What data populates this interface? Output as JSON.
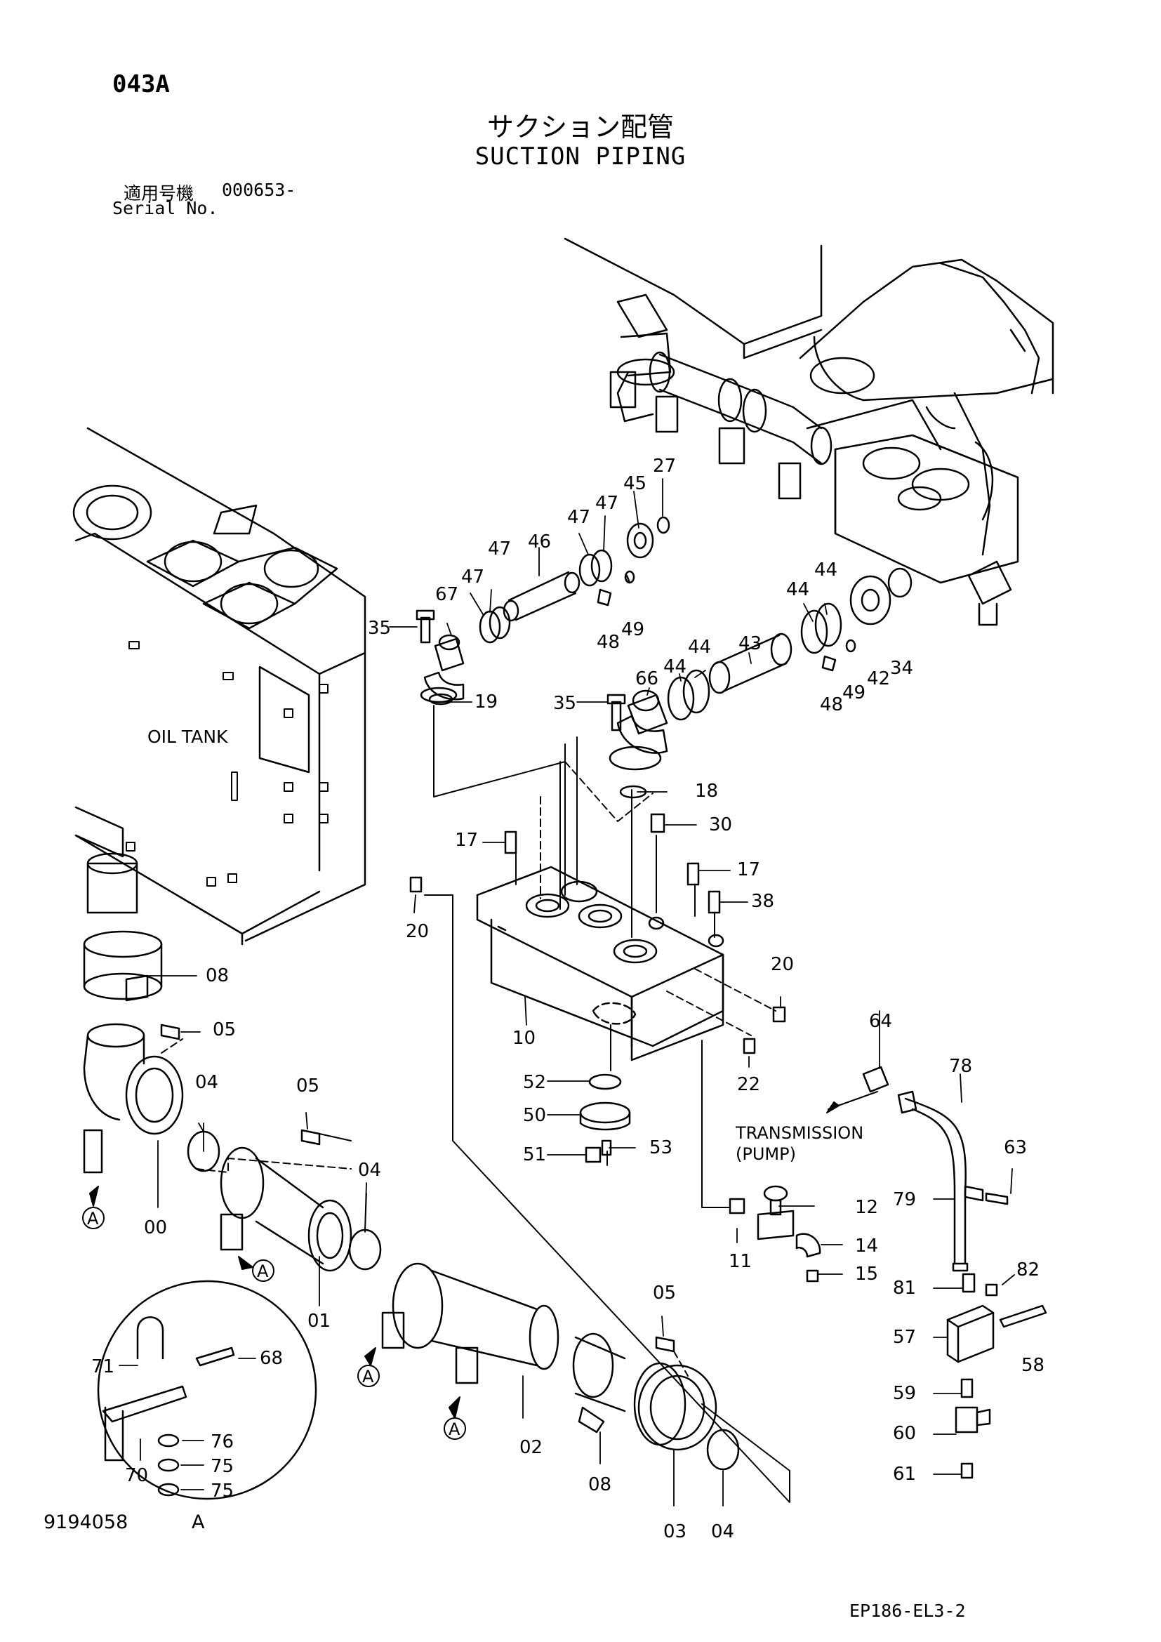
{
  "header": {
    "page_code": "043A",
    "title_jp": "サクション配管",
    "title_en": "SUCTION PIPING",
    "serial_label_jp": "適用号機",
    "serial_value": "000653-",
    "serial_label_en": "Serial No."
  },
  "annotations": {
    "oil_tank": "OIL TANK",
    "transmission_line1": "TRANSMISSION",
    "transmission_line2": "(PUMP)",
    "view_marker": "A"
  },
  "footer": {
    "doc_number": "9194058",
    "view_label": "A",
    "drawing_code": "EP186-EL3-2"
  },
  "callouts": [
    "27",
    "45",
    "47",
    "47",
    "46",
    "47",
    "47",
    "67",
    "35",
    "49",
    "48",
    "19",
    "44",
    "44",
    "43",
    "44",
    "44",
    "66",
    "35",
    "48",
    "49",
    "42",
    "34",
    "18",
    "17",
    "30",
    "17",
    "38",
    "20",
    "20",
    "10",
    "22",
    "52",
    "50",
    "51",
    "53",
    "64",
    "78",
    "63",
    "08",
    "05",
    "04",
    "05",
    "04",
    "00",
    "01",
    "02",
    "08",
    "03",
    "04",
    "05",
    "71",
    "68",
    "76",
    "70",
    "75",
    "75",
    "12",
    "11",
    "14",
    "15",
    "79",
    "81",
    "82",
    "57",
    "58",
    "59",
    "60",
    "61"
  ]
}
